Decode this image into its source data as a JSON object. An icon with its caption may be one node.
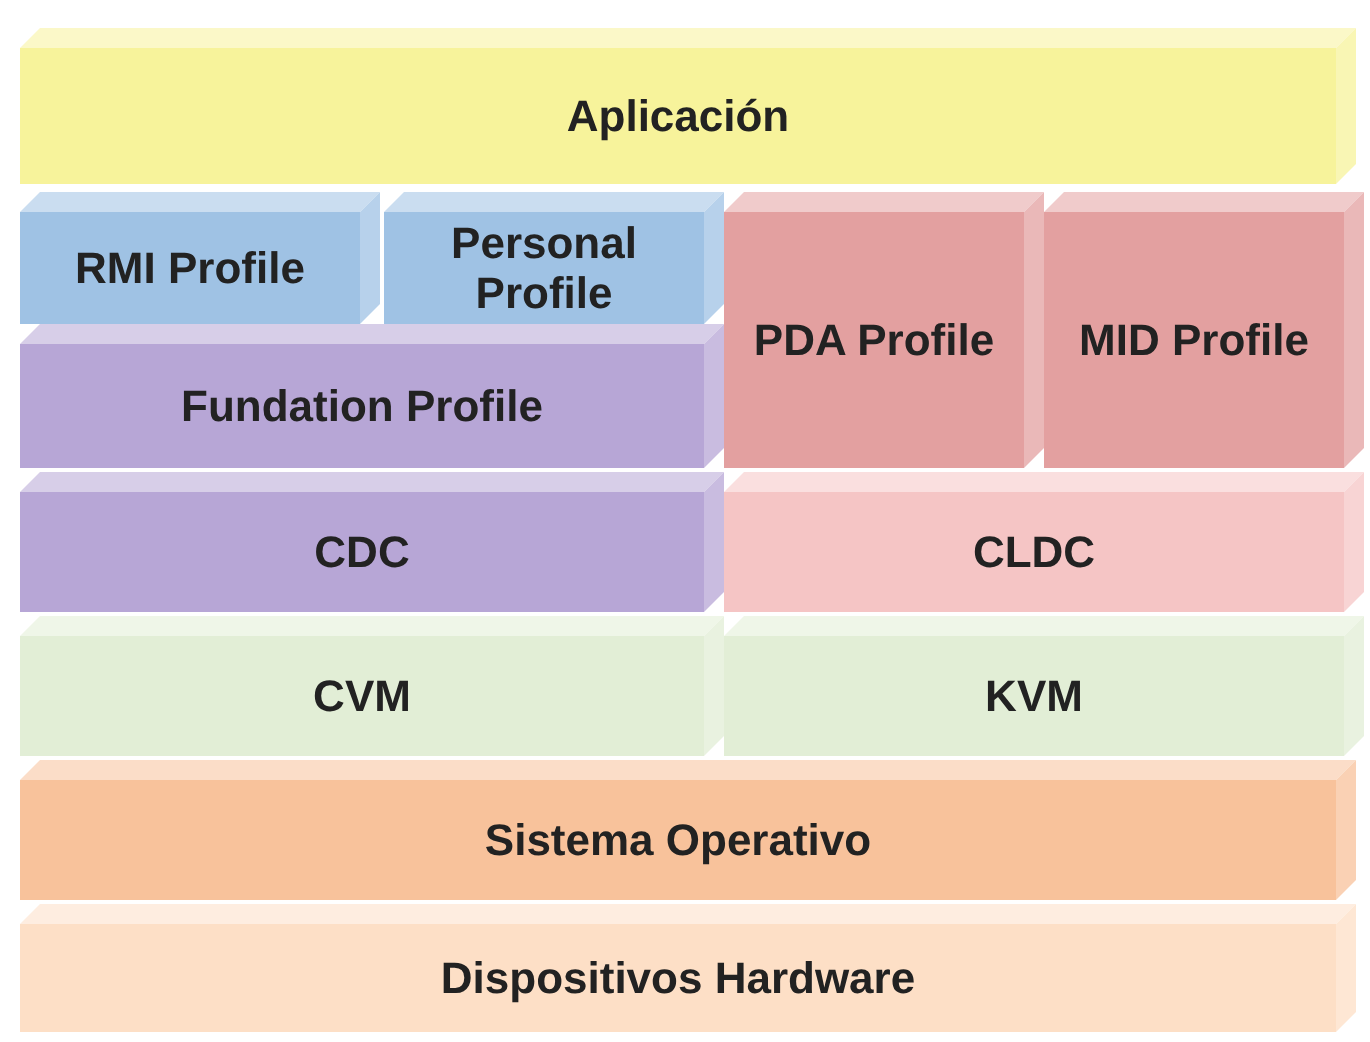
{
  "diagram": {
    "nodes": [
      {
        "text": [
          "Aplicación"
        ]
      },
      {
        "text": [
          "RMI Profile"
        ]
      },
      {
        "text": [
          "Personal Profile"
        ]
      },
      {
        "text": [
          "Fundation Profile"
        ]
      },
      {
        "text": [
          "PDA Profile"
        ]
      },
      {
        "text": [
          "MID Profile"
        ]
      },
      {
        "text": [
          "CDC"
        ]
      },
      {
        "text": [
          "CLDC"
        ]
      },
      {
        "text": [
          "CVM"
        ]
      },
      {
        "text": [
          "KVM"
        ]
      },
      {
        "text": [
          "Sistema Operativo"
        ]
      },
      {
        "text": [
          "Dispositivos Hardware"
        ]
      }
    ]
  }
}
